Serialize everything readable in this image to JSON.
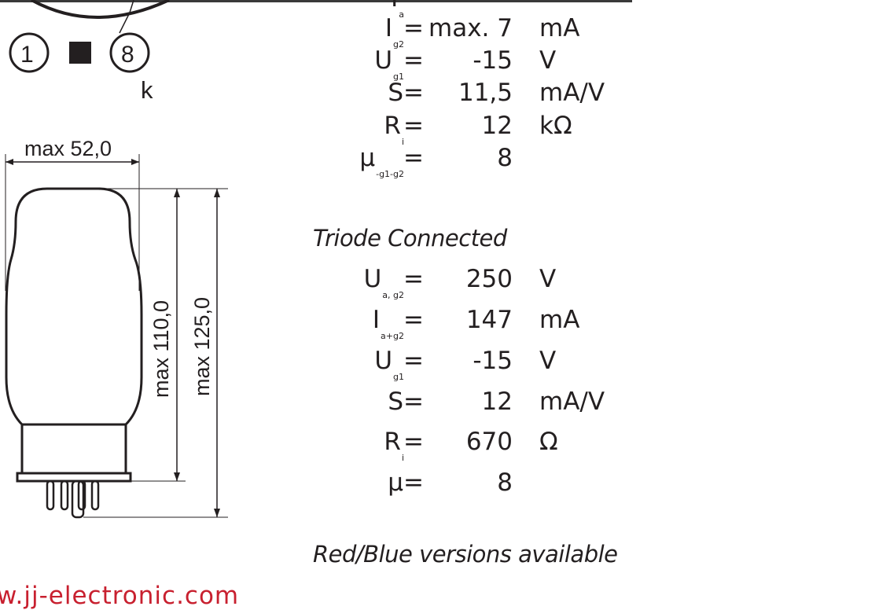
{
  "diagram": {
    "pin_left": "1",
    "pin_right": "8",
    "cathode_label": "k",
    "width_label": "max 52,0",
    "height_inner_label": "max 110,0",
    "height_total_label": "max 125,0"
  },
  "pentode": {
    "top_partial_symbol": "I",
    "top_partial_sub": "a",
    "rows": [
      {
        "symbol": "I",
        "sub": "g2",
        "eq": "=",
        "value": "max. 7",
        "unit": "mA"
      },
      {
        "symbol": "U",
        "sub": "g1",
        "eq": "=",
        "value": "-15",
        "unit": "V"
      },
      {
        "symbol": "S",
        "sub": "",
        "eq": "=",
        "value": "11,5",
        "unit": "mA/V"
      },
      {
        "symbol": "R",
        "sub": "i",
        "eq": "=",
        "value": "12",
        "unit": "kΩ"
      },
      {
        "symbol": "μ",
        "sub": "-g1-g2",
        "eq": "=",
        "value": "8",
        "unit": ""
      }
    ]
  },
  "triode": {
    "heading": "Triode Connected",
    "rows": [
      {
        "symbol": "U",
        "sub": "a, g2",
        "eq": "=",
        "value": "250",
        "unit": "V"
      },
      {
        "symbol": "I",
        "sub": "a+g2",
        "eq": "=",
        "value": "147",
        "unit": "mA"
      },
      {
        "symbol": "U",
        "sub": "g1",
        "eq": "=",
        "value": "-15",
        "unit": "V"
      },
      {
        "symbol": "S",
        "sub": "",
        "eq": "=",
        "value": "12",
        "unit": "mA/V"
      },
      {
        "symbol": "R",
        "sub": "i",
        "eq": "=",
        "value": "670",
        "unit": "Ω"
      },
      {
        "symbol": "μ",
        "sub": "",
        "eq": "=",
        "value": "8",
        "unit": ""
      }
    ]
  },
  "note": "Red/Blue versions available",
  "footer": {
    "url": "w.jj-electronic.com",
    "color": "#c8202f"
  }
}
